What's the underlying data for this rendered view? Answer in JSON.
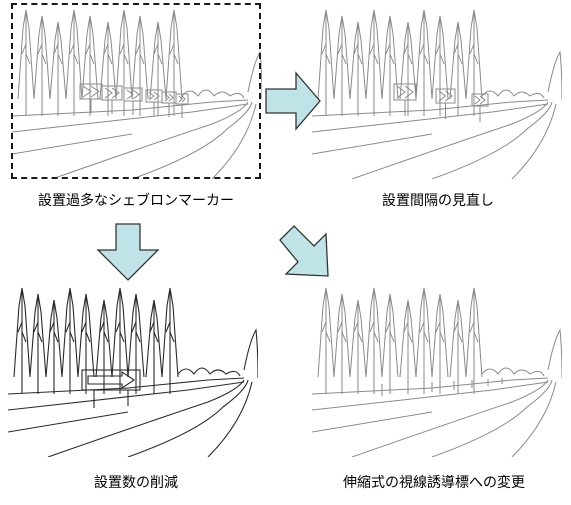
{
  "panels": [
    {
      "caption": "設置過多なシェブロンマーカー",
      "style": "light",
      "signs": "many-chevrons",
      "highlighted": true
    },
    {
      "caption": "設置間隔の見直し",
      "style": "light",
      "signs": "spaced-chevrons",
      "highlighted": false
    },
    {
      "caption": "設置数の削減",
      "style": "dark",
      "signs": "single-arrow",
      "highlighted": false
    },
    {
      "caption": "伸縮式の視線誘導標への変更",
      "style": "light",
      "signs": "delineator-posts",
      "highlighted": false
    }
  ],
  "arrows": [
    {
      "direction": "right",
      "color": "#bfe3e6"
    },
    {
      "direction": "down",
      "color": "#bfe3e6"
    },
    {
      "direction": "down-right",
      "color": "#bfe3e6"
    }
  ]
}
